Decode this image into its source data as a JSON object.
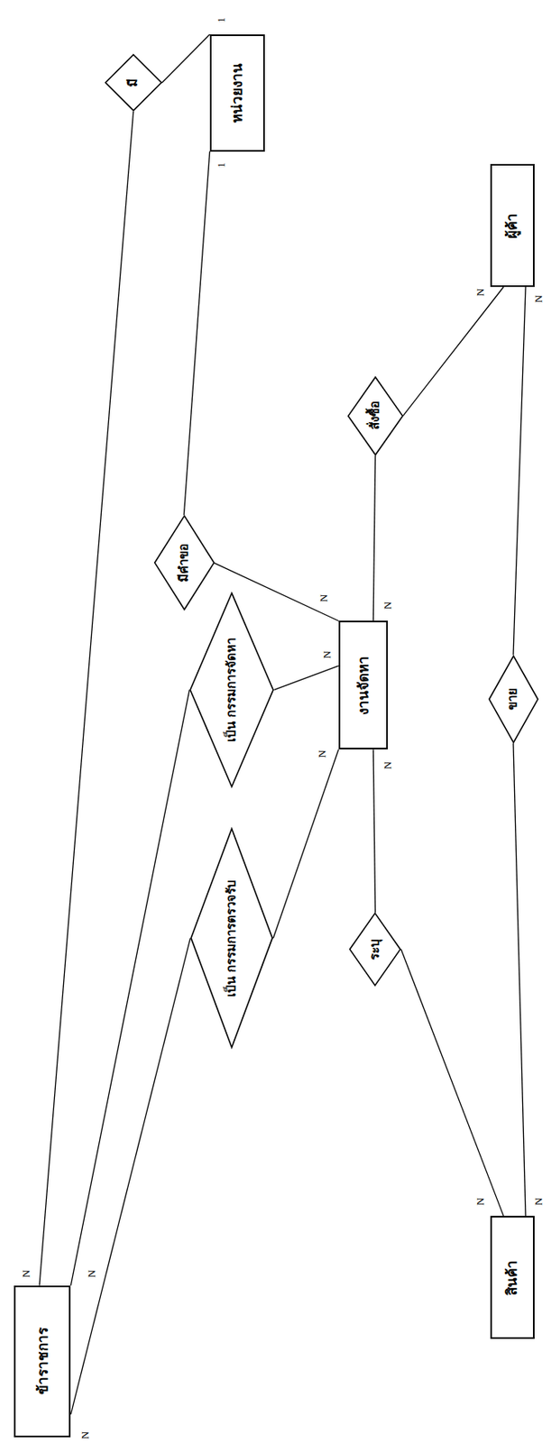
{
  "diagram": {
    "nodes": [
      {
        "text": [
          "หน่วยงาน"
        ]
      },
      {
        "text": [
          "ข้าราชการ"
        ]
      },
      {
        "text": [
          "งานจัดหา"
        ]
      },
      {
        "text": [
          "ผู้ค้า"
        ]
      },
      {
        "text": [
          "สินค้า"
        ]
      },
      {
        "text": [
          "มี"
        ]
      },
      {
        "text": [
          "มีคำขอ"
        ]
      },
      {
        "text": [
          "เป็น กรรมการจัดหา"
        ]
      },
      {
        "text": [
          "เป็น กรรมการตรวจรับ"
        ]
      },
      {
        "text": [
          "สั่งซื้อ"
        ]
      },
      {
        "text": [
          "ระบุ"
        ]
      },
      {
        "text": [
          "ขาย"
        ]
      }
    ],
    "edges": [
      {
        "from": 0,
        "to": 5,
        "arrow": "none"
      },
      {
        "from": 5,
        "to": 1,
        "arrow": "none"
      },
      {
        "from": 0,
        "to": 6,
        "arrow": "none"
      },
      {
        "from": 6,
        "to": 2,
        "arrow": "none"
      },
      {
        "from": 1,
        "to": 7,
        "arrow": "none"
      },
      {
        "from": 7,
        "to": 2,
        "arrow": "none"
      },
      {
        "from": 1,
        "to": 8,
        "arrow": "none"
      },
      {
        "from": 8,
        "to": 2,
        "arrow": "none"
      },
      {
        "from": 2,
        "to": 9,
        "arrow": "none"
      },
      {
        "from": 9,
        "to": 3,
        "arrow": "none"
      },
      {
        "from": 2,
        "to": 10,
        "arrow": "none"
      },
      {
        "from": 10,
        "to": 4,
        "arrow": "none"
      },
      {
        "from": 3,
        "to": 11,
        "arrow": "none"
      },
      {
        "from": 11,
        "to": 4,
        "arrow": "none"
      }
    ],
    "labels": [
      "1",
      "1",
      "N",
      "N",
      "N",
      "N",
      "N",
      "N",
      "N",
      "N",
      "N",
      "N",
      "N",
      "N"
    ]
  }
}
